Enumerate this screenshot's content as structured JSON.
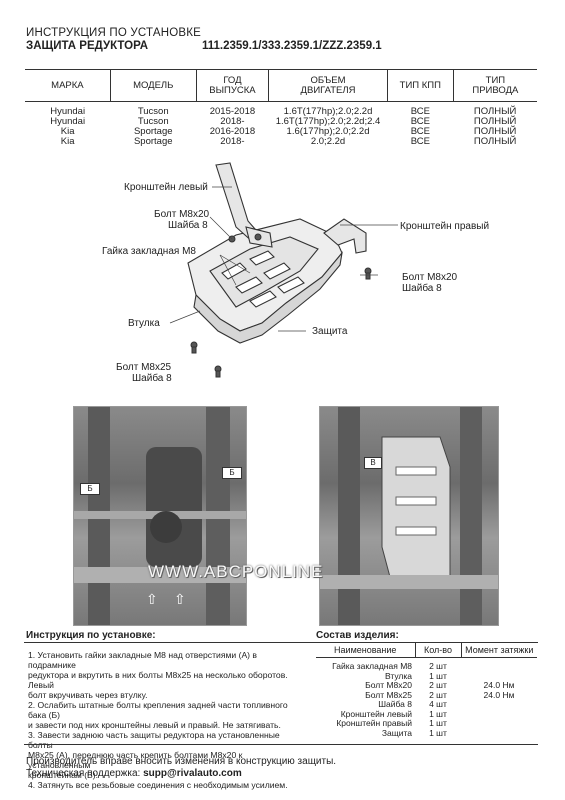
{
  "header": {
    "title_line1": "ИНСТРУКЦИЯ ПО УСТАНОВКЕ",
    "title_line2": "ЗАЩИТА РЕДУКТОРА",
    "part_numbers": "111.2359.1/333.2359.1/ZZZ.2359.1"
  },
  "compat_table": {
    "columns": [
      "МАРКА",
      "МОДЕЛЬ",
      "ГОД ВЫПУСКА",
      "ОБЪЕМ ДВИГАТЕЛЯ",
      "ТИП КПП",
      "ТИП ПРИВОДА"
    ],
    "rows": [
      [
        "Hyundai",
        "Tucson",
        "2015-2018",
        "1.6T(177hp);2.0;2.2d",
        "ВСЕ",
        "ПОЛНЫЙ"
      ],
      [
        "Hyundai",
        "Tucson",
        "2018-",
        "1.6T(177hp);2.0;2.2d;2.4",
        "ВСЕ",
        "ПОЛНЫЙ"
      ],
      [
        "Kia",
        "Sportage",
        "2016-2018",
        "1.6(177hp);2.0;2.2d",
        "ВСЕ",
        "ПОЛНЫЙ"
      ],
      [
        "Kia",
        "Sportage",
        "2018-",
        "2.0;2.2d",
        "ВСЕ",
        "ПОЛНЫЙ"
      ]
    ]
  },
  "diagram": {
    "label_bracket_left": "Кронштейн левый",
    "label_bolt_m8x20_left": "Болт М8х20",
    "label_washer_left": "Шайба 8",
    "label_nut": "Гайка закладная М8",
    "label_bushing": "Втулка",
    "label_bracket_right": "Кронштейн правый",
    "label_bolt_m8x20_right": "Болт М8х20",
    "label_washer_right": "Шайба 8",
    "label_guard": "Защита",
    "label_bolt_m8x25": "Болт М8х25",
    "label_washer_bottom": "Шайба 8"
  },
  "photos": {
    "marker_b": "Б",
    "marker_v": "В",
    "watermark": "WWW.ABCPONLINE"
  },
  "instructions": {
    "title": "Инструкция по установке:",
    "lines": [
      "1. Установить гайки закладные М8 над отверстиями (А) в подрамнике",
      "редуктора и вкрутить в них болты М8х25 на несколько оборотов. Левый",
      "болт вкручивать через втулку.",
      "2. Ослабить штатные болты крепления задней части топливного бака (Б)",
      "и завести под них кронштейны левый и правый. Не затягивать.",
      "3. Завести заднюю часть защиты редуктора на установленные болты",
      "М8х25 (А), переднюю часть крепить болтами М8х20 к установленным",
      "кронштейнам (В).",
      "4. Затянуть все резьбовые соединения с необходимым усилием."
    ]
  },
  "parts": {
    "title": "Состав изделия:",
    "columns": [
      "Наименование",
      "Кол-во",
      "Момент затяжки"
    ],
    "rows": [
      [
        "Гайка закладная М8",
        "2 шт",
        ""
      ],
      [
        "Втулка",
        "1 шт",
        ""
      ],
      [
        "Болт М8х20",
        "2 шт",
        "24.0 Нм"
      ],
      [
        "Болт М8х25",
        "2 шт",
        "24.0 Нм"
      ],
      [
        "Шайба 8",
        "4 шт",
        ""
      ],
      [
        "Кронштейн левый",
        "1 шт",
        ""
      ],
      [
        "Кронштейн правый",
        "1 шт",
        ""
      ],
      [
        "Защита",
        "1 шт",
        ""
      ]
    ]
  },
  "footer": {
    "line1": "Производитель вправе вносить изменения в конструкцию защиты.",
    "support_label": "Техническая поддержка:",
    "support_email": "supp@rivalauto.com"
  }
}
